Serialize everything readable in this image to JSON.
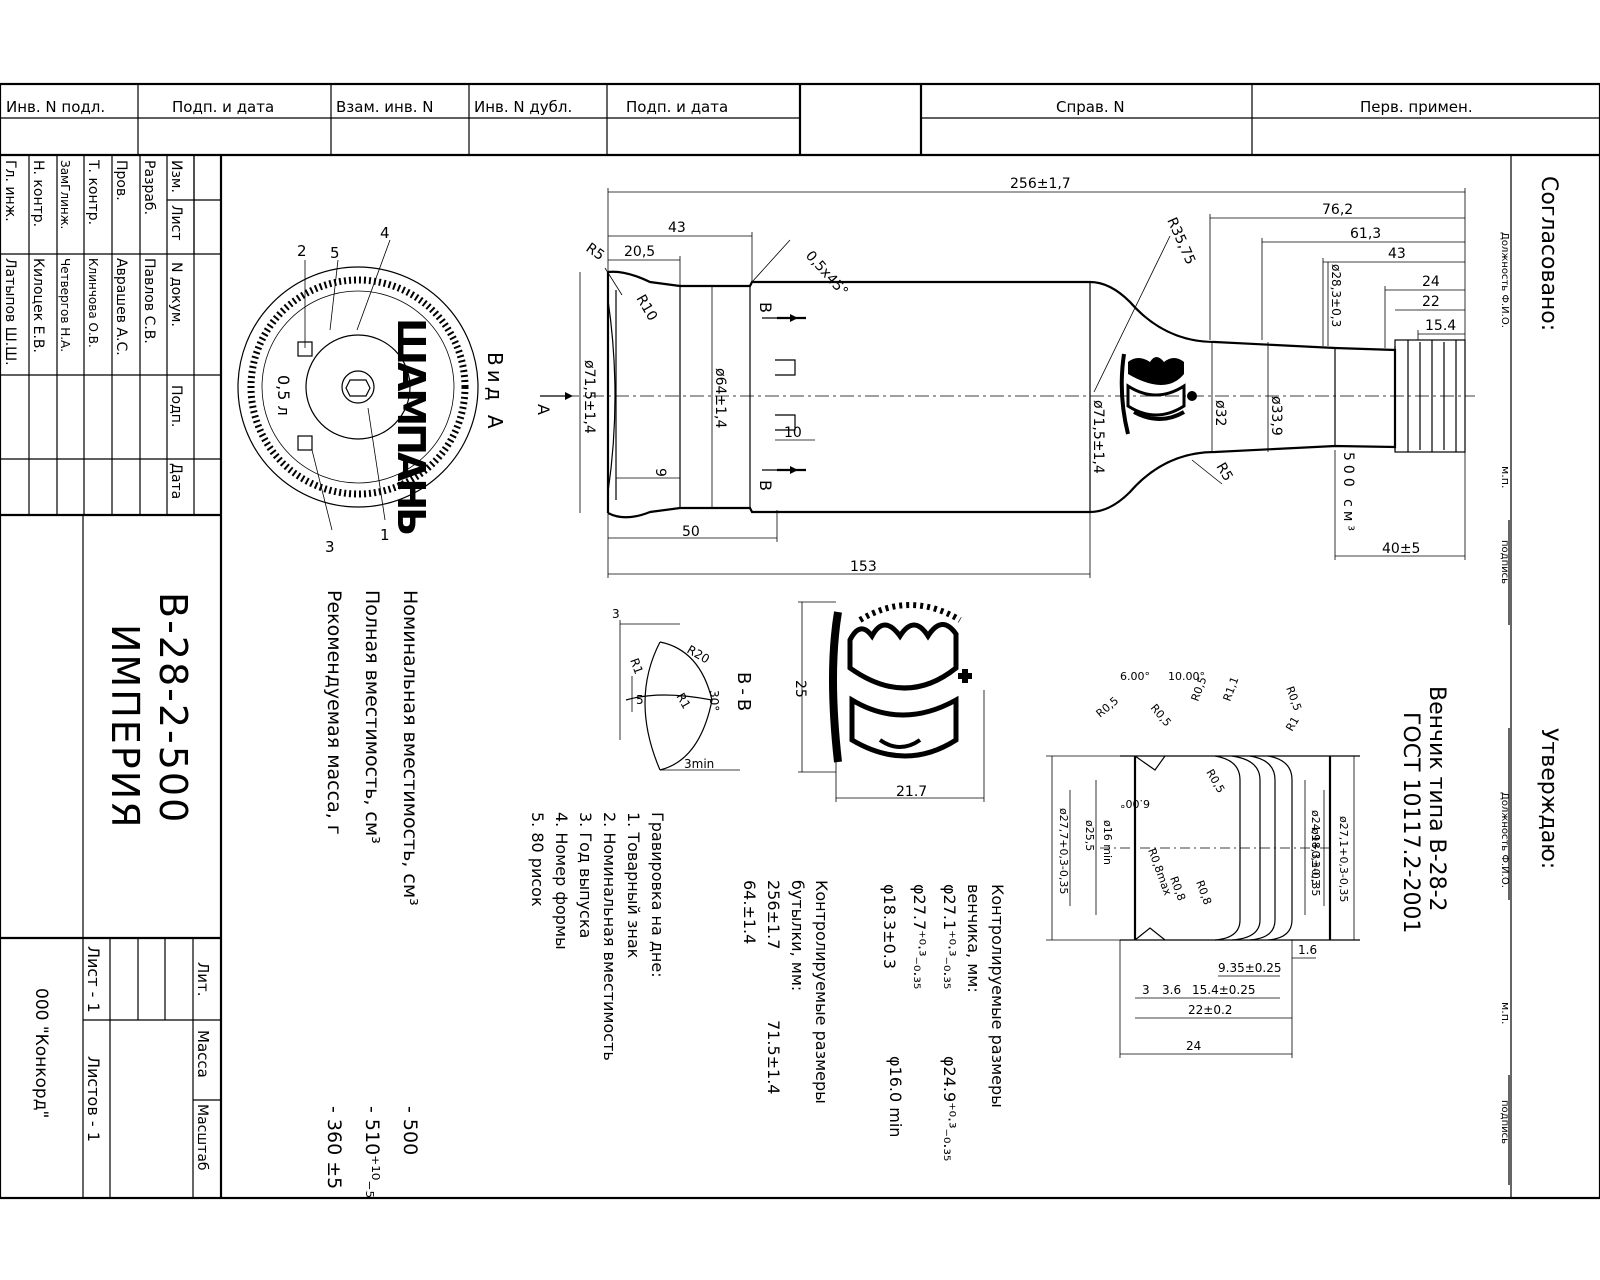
{
  "top_header": {
    "cells": [
      "Инв. N подл.",
      "Подп. и дата",
      "Взам. инв. N",
      "Инв. N дубл.",
      "Подп. и дата",
      "Справ. N",
      "Перв. примен."
    ]
  },
  "stamp_cols": [
    "Изм.",
    "Лист",
    "N докум.",
    "Подп.",
    "Дата"
  ],
  "roles": [
    "Разраб.",
    "Пров.",
    "Т. контр.",
    "ЗамГлинж.",
    "Н. контр.",
    "Гл. инж."
  ],
  "names": [
    "Павлов С.В.",
    "Аврашев А.С.",
    "Клинчова О.В.",
    "Четвергов Н.А.",
    "Килоцек Е.В.",
    "Латыпов Ш.Ш."
  ],
  "title_block": {
    "designation": "В-28-2-500",
    "name": "ИМПЕРИЯ",
    "lit": "Лит.",
    "massa": "Масса",
    "masshtab": "Масштаб",
    "sheet": "Лист - 1",
    "sheets": "Листов - 1",
    "org": "000 \"Конкорд\""
  },
  "right_column": {
    "soglasovano": "Согласовано:",
    "utverzhdayu": "Утверждаю:",
    "dolzhnost": "Должность Ф.И.О.",
    "mp": "м.п.",
    "podpis": "подпись"
  },
  "specs": {
    "nominal_label": "Номинальная вместимость, см³",
    "nominal_value": "- 500",
    "full_label": "Полная вместимость, см³",
    "full_value": "- 510⁺¹⁰₋₅",
    "mass_label": "Рекомендуемая масса, г",
    "mass_value": "- 360 ±5"
  },
  "engraving": {
    "title": "Гравировка на дне:",
    "items": [
      "1. Товарный знак",
      "2. Номинальная вместимость",
      "3. Год выпуска",
      "4. Номер формы",
      "5. 80 рисок"
    ]
  },
  "control_bottle": {
    "title": "Контролируемые размеры",
    "title2": "бутылки, мм:",
    "v1": "256±1.7",
    "v2": "71.5±1.4",
    "v3": "64.±1.4"
  },
  "control_neck": {
    "title": "Контролируемые размеры",
    "title2": "венчика, мм:",
    "v1": "φ27.1⁺⁰·³₋₀.₃₅",
    "v2": "φ24.9⁺⁰·³₋₀.₃₅",
    "v3": "φ27.7⁺⁰·³₋₀.₃₅",
    "v4": "φ16.0 min",
    "v5": "φ18.3±0.3"
  },
  "neck_title": {
    "line1": "Венчик типа В-28-2",
    "line2": "ГОСТ 10117.2-2001"
  },
  "view_labels": {
    "vid_a": "Вид А",
    "bb": "В-В",
    "a": "А",
    "b": "В"
  },
  "bottom_view": {
    "volume": "0,5 л",
    "brand": "ШАМПАНЬ",
    "callouts": [
      "1",
      "2",
      "3",
      "4",
      "5"
    ]
  },
  "dims_main": [
    "256±1,7",
    "76,2",
    "61,3",
    "43",
    "24",
    "22",
    "15.4",
    "43",
    "20,5",
    "R5",
    "R10",
    "R35,75",
    "0,5x45°",
    "ø71,5±1,4",
    "ø64±1,4",
    "ø71,5±1,4",
    "ø32",
    "ø33,9",
    "ø28,3±0,3",
    "R5",
    "10",
    "9",
    "50",
    "153",
    "40±5",
    "500 см³"
  ],
  "dims_neck": [
    "6.00°",
    "10.00°",
    "R0,5",
    "R0,5",
    "R0,5",
    "R1,1",
    "R0,5",
    "R1",
    "R0,5",
    "ø27,7+0,3-0,35",
    "ø25,5",
    "ø16 min",
    "R0,8max",
    "R0,8",
    "R0,8",
    "ø24,9+0,3-0,35",
    "ø18,3±0,3",
    "ø27,1+0,3-0,35",
    "6.00°",
    "1.6",
    "9.35±0.25",
    "3",
    "3.6",
    "15.4±0.25",
    "22±0.2",
    "24"
  ],
  "dims_bb": [
    "3",
    "R20",
    "R1",
    "R1",
    "5",
    "30°",
    "3min"
  ],
  "dims_crown": [
    "25",
    "21.7"
  ]
}
